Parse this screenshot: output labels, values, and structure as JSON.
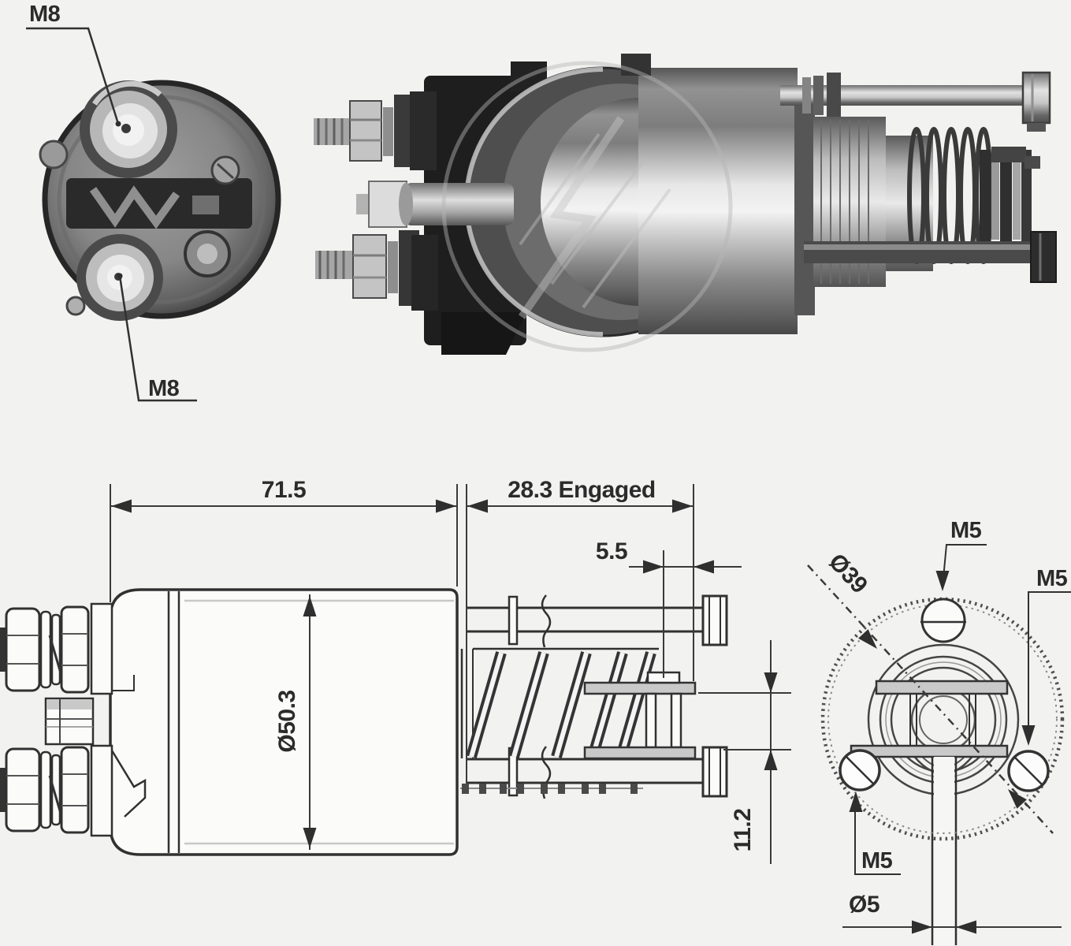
{
  "end_view": {
    "label_top": "M8",
    "label_bottom": "M8"
  },
  "side_view": {
    "dim_length": "71.5",
    "dim_engaged": "28.3 Engaged",
    "dim_offset": "5.5",
    "dim_diameter": "Ø50.3",
    "dim_travel": "11.2"
  },
  "rear_view": {
    "label_top_hole": "M5",
    "label_right_hole": "M5",
    "label_left_hole": "M5",
    "dim_bolt_circle": "Ø39",
    "dim_shaft": "Ø5"
  },
  "colors": {
    "background": "#f2f2f1",
    "drawing_line": "#313131",
    "dimension_line": "#3a3a3a",
    "text": "#2b2b2b",
    "gray_fill": "#c9c9c9",
    "photo_dark": "#1e1e1e",
    "photo_light": "#e8e8e8"
  }
}
